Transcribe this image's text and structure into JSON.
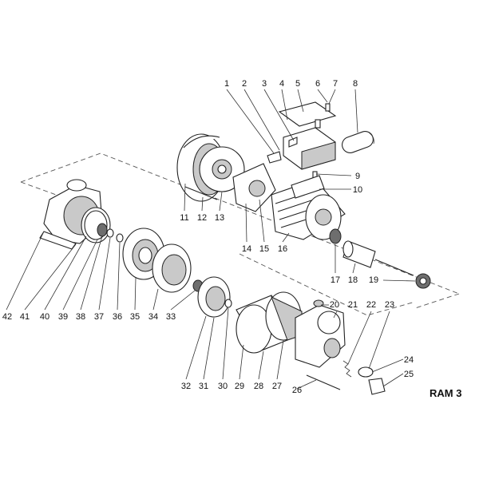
{
  "diagram": {
    "title": "RAM 3",
    "callouts": [
      "1",
      "2",
      "3",
      "4",
      "5",
      "6",
      "7",
      "8",
      "9",
      "10",
      "11",
      "12",
      "13",
      "14",
      "15",
      "16",
      "17",
      "18",
      "19",
      "20",
      "21",
      "22",
      "23",
      "24",
      "25",
      "26",
      "27",
      "28",
      "29",
      "30",
      "31",
      "32",
      "33",
      "34",
      "35",
      "36",
      "37",
      "38",
      "39",
      "40",
      "41",
      "42"
    ]
  }
}
